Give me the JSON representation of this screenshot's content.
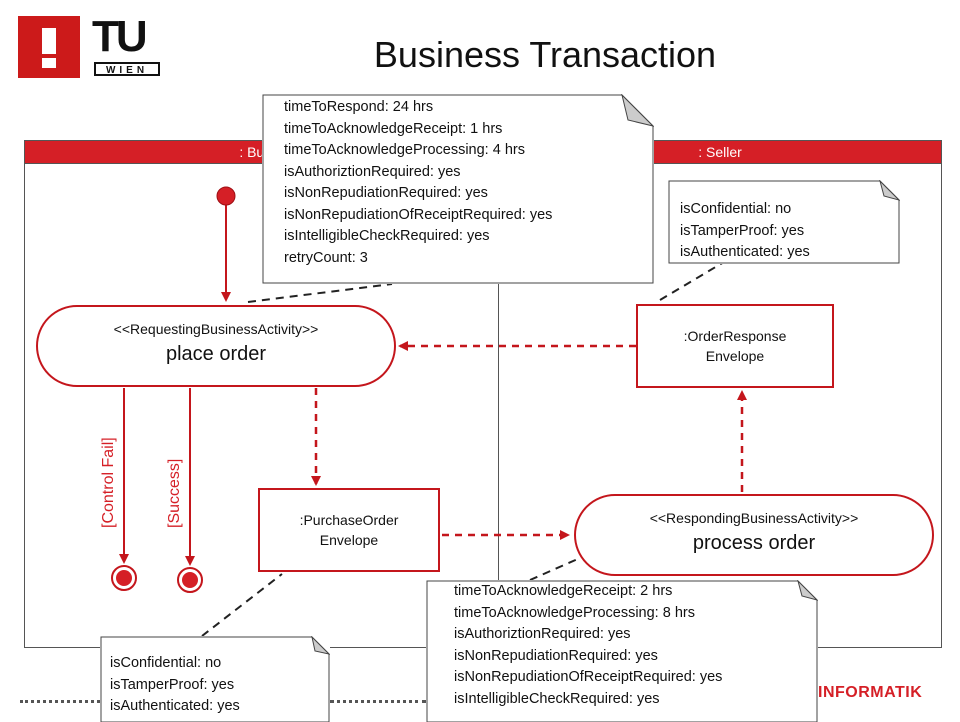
{
  "header": {
    "title": "Business Transaction",
    "logo_text": "TU",
    "logo_subtext": "WIEN"
  },
  "lanes": {
    "buyer": ": Buyer",
    "seller": ": Seller"
  },
  "activities": {
    "requesting": {
      "stereotype": "<<RequestingBusinessActivity>>",
      "name": "place order"
    },
    "responding": {
      "stereotype": "<<RespondingBusinessActivity>>",
      "name": "process order"
    }
  },
  "envelopes": {
    "purchase": [
      ":PurchaseOrder",
      "Envelope"
    ],
    "response": [
      ":OrderResponse",
      "Envelope"
    ]
  },
  "guards": {
    "control_fail": "[Control Fail]",
    "success": "[Success]"
  },
  "notes": {
    "requesting": [
      "timeToRespond: 24 hrs",
      "timeToAcknowledgeReceipt: 1 hrs",
      "timeToAcknowledgeProcessing: 4 hrs",
      "isAuthoriztionRequired: yes",
      "isNonRepudiationRequired: yes",
      "isNonRepudiationOfReceiptRequired: yes",
      "isIntelligibleCheckRequired: yes",
      "retryCount: 3"
    ],
    "response_envelope": [
      "isConfidential: no",
      "isTamperProof: yes",
      "isAuthenticated: yes"
    ],
    "purchase_envelope": [
      "isConfidential: no",
      "isTamperProof: yes",
      "isAuthenticated: yes"
    ],
    "responding": [
      "timeToAcknowledgeReceipt: 2 hrs",
      "timeToAcknowledgeProcessing: 8 hrs",
      "isAuthoriztionRequired: yes",
      "isNonRepudiationRequired: yes",
      "isNonRepudiationOfReceiptRequired: yes",
      "isIntelligibleCheckRequired: yes"
    ]
  },
  "footer": {
    "brand": "INFORMATIK"
  },
  "colors": {
    "accent": "#d51f26",
    "border": "#c4161c"
  }
}
